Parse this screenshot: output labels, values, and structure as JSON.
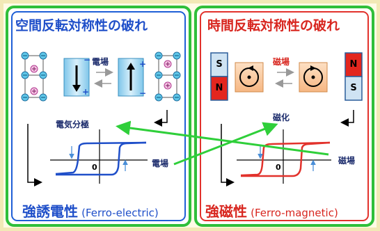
{
  "left_panel": {
    "title": "空間反転対称性の破れ",
    "stimulus_label": "電場",
    "axis_label_y": "電気分極",
    "axis_label_x": "電場",
    "zero_label": "0",
    "bottom_title_main": "強誘電性",
    "bottom_title_sub": "(Ferro-electric)",
    "plus_sign": "+",
    "minus_sign": "−",
    "color": "#1f4fc9"
  },
  "right_panel": {
    "title": "時間反転対称性の破れ",
    "stimulus_label": "磁場",
    "axis_label_y": "磁化",
    "axis_label_x": "磁場",
    "zero_label": "0",
    "bottom_title_main": "強磁性",
    "bottom_title_sub": "(Ferro-magnetic)",
    "magnet_left_top": "S",
    "magnet_left_bottom": "N",
    "magnet_right_top": "N",
    "magnet_right_bottom": "S",
    "color": "#d8261f"
  },
  "colors": {
    "frame": "#2fbf3a",
    "background": "#fffbe6",
    "arrow_green": "#2fcf3a"
  }
}
